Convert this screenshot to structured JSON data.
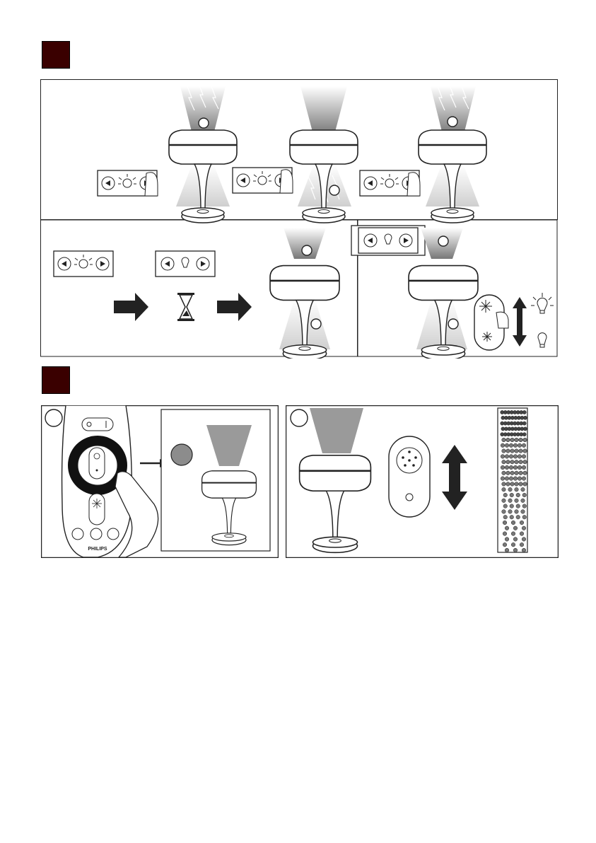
{
  "document": {
    "section_markers": [
      "",
      ""
    ],
    "remote": {
      "brand": "PHILIPS",
      "power_button_labels": [
        "O",
        "I"
      ]
    },
    "colors": {
      "marker": "#3a0000",
      "stroke": "#222222",
      "beam": "#9a9a9a",
      "swatch": "#8c8c8c"
    },
    "icons": [
      "sun-bulb-icon",
      "bulb-icon",
      "hourglass-icon",
      "arrow-right-icon",
      "up-down-arrow-icon",
      "lightning-icon",
      "hand-icon",
      "grid-pattern-icon"
    ]
  }
}
